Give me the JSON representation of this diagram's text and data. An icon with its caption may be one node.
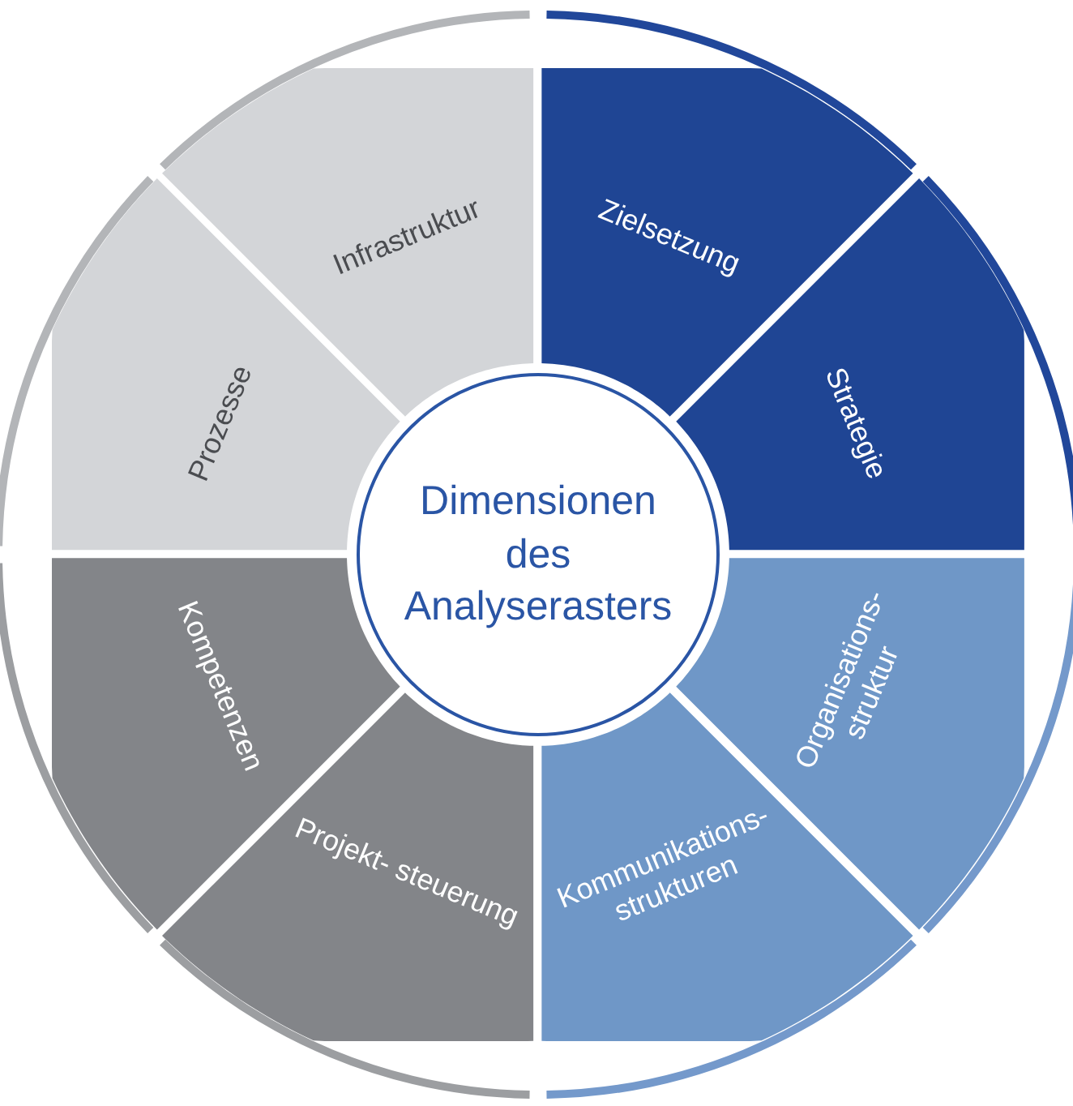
{
  "diagram": {
    "nodes": [
      {
        "text": [
          "Dimensionen des Analyserasters"
        ]
      },
      {
        "text": [
          "Infrastruktur"
        ]
      },
      {
        "text": [
          "Zielsetzung"
        ]
      },
      {
        "text": [
          "Prozesse"
        ]
      },
      {
        "text": [
          "Strategie"
        ]
      },
      {
        "text": [
          "Kompetenzen"
        ]
      },
      {
        "text": [
          "Organisations- struktur"
        ]
      },
      {
        "text": [
          "Projekt- steuerung"
        ]
      },
      {
        "text": [
          "Kommunikations- strukturen"
        ]
      }
    ],
    "edges": []
  }
}
